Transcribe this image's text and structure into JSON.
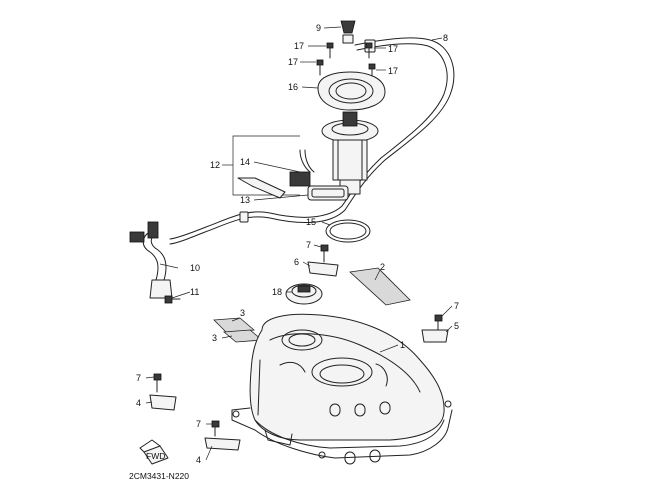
{
  "diagram_code": "2CM3431-N220",
  "fwd_label": "FWD",
  "callouts": {
    "c1": "1",
    "c2": "2",
    "c3a": "3",
    "c3b": "3",
    "c4a": "4",
    "c4b": "4",
    "c5": "5",
    "c6": "6",
    "c7a": "7",
    "c7b": "7",
    "c7c": "7",
    "c7d": "7",
    "c8": "8",
    "c9": "9",
    "c10": "10",
    "c11": "11",
    "c12": "12",
    "c13": "13",
    "c14": "14",
    "c15": "15",
    "c16": "16",
    "c17a": "17",
    "c17b": "17",
    "c17c": "17",
    "c17d": "17",
    "c18": "18"
  }
}
